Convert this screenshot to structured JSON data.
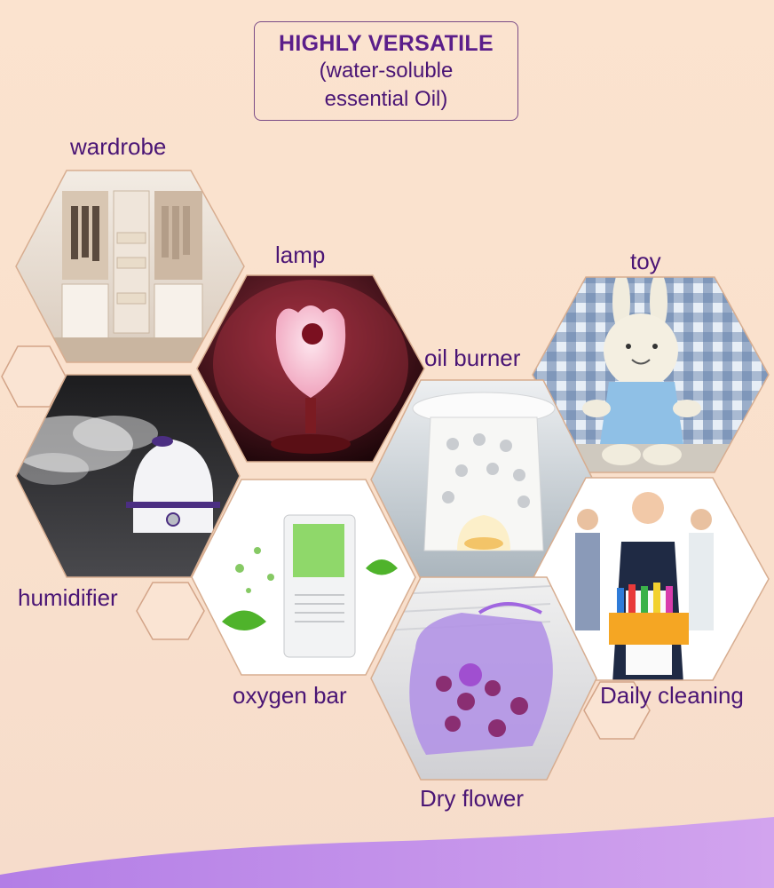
{
  "header": {
    "title": "HIGHLY VERSATILE",
    "subtitle_line1": "(water-soluble",
    "subtitle_line2": "essential Oil)"
  },
  "labels": {
    "wardrobe": "wardrobe",
    "lamp": "lamp",
    "toy": "toy",
    "oil_burner": "oil burner",
    "humidifier": "humidifier",
    "oxygen_bar": "oxygen bar",
    "daily_cleaning": "Daily cleaning",
    "dry_flower": "Dry flower"
  },
  "colors": {
    "background": "#fbe3cf",
    "text": "#4a1575",
    "title": "#5b1e8a",
    "wave": "#c28ee8",
    "hex_outline": "#d9a98a"
  }
}
